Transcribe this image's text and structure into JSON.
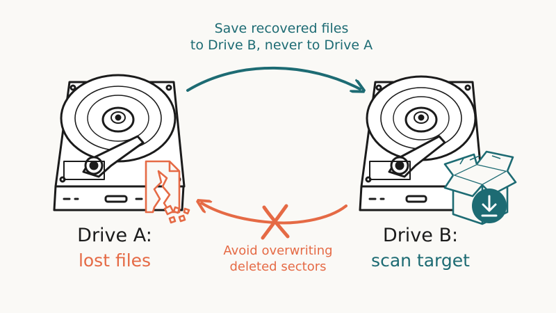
{
  "top_note": {
    "line1": "Save recovered files",
    "line2": "to Drive B, never to Drive A"
  },
  "bottom_note": {
    "line1": "Avoid overwriting",
    "line2": "deleted sectors"
  },
  "drive_a": {
    "title": "Drive A:",
    "subtitle": "lost files"
  },
  "drive_b": {
    "title": "Drive B:",
    "subtitle": "scan target"
  },
  "icons": {
    "drive_a": "hard-drive-icon",
    "drive_b": "hard-drive-icon",
    "lost_file": "broken-file-icon",
    "box": "open-box-icon",
    "download": "download-icon",
    "forbidden": "x-mark-icon"
  },
  "colors": {
    "teal": "#1d6b73",
    "orange": "#e56a45",
    "ink": "#1b1b1b",
    "background": "#faf9f6"
  }
}
